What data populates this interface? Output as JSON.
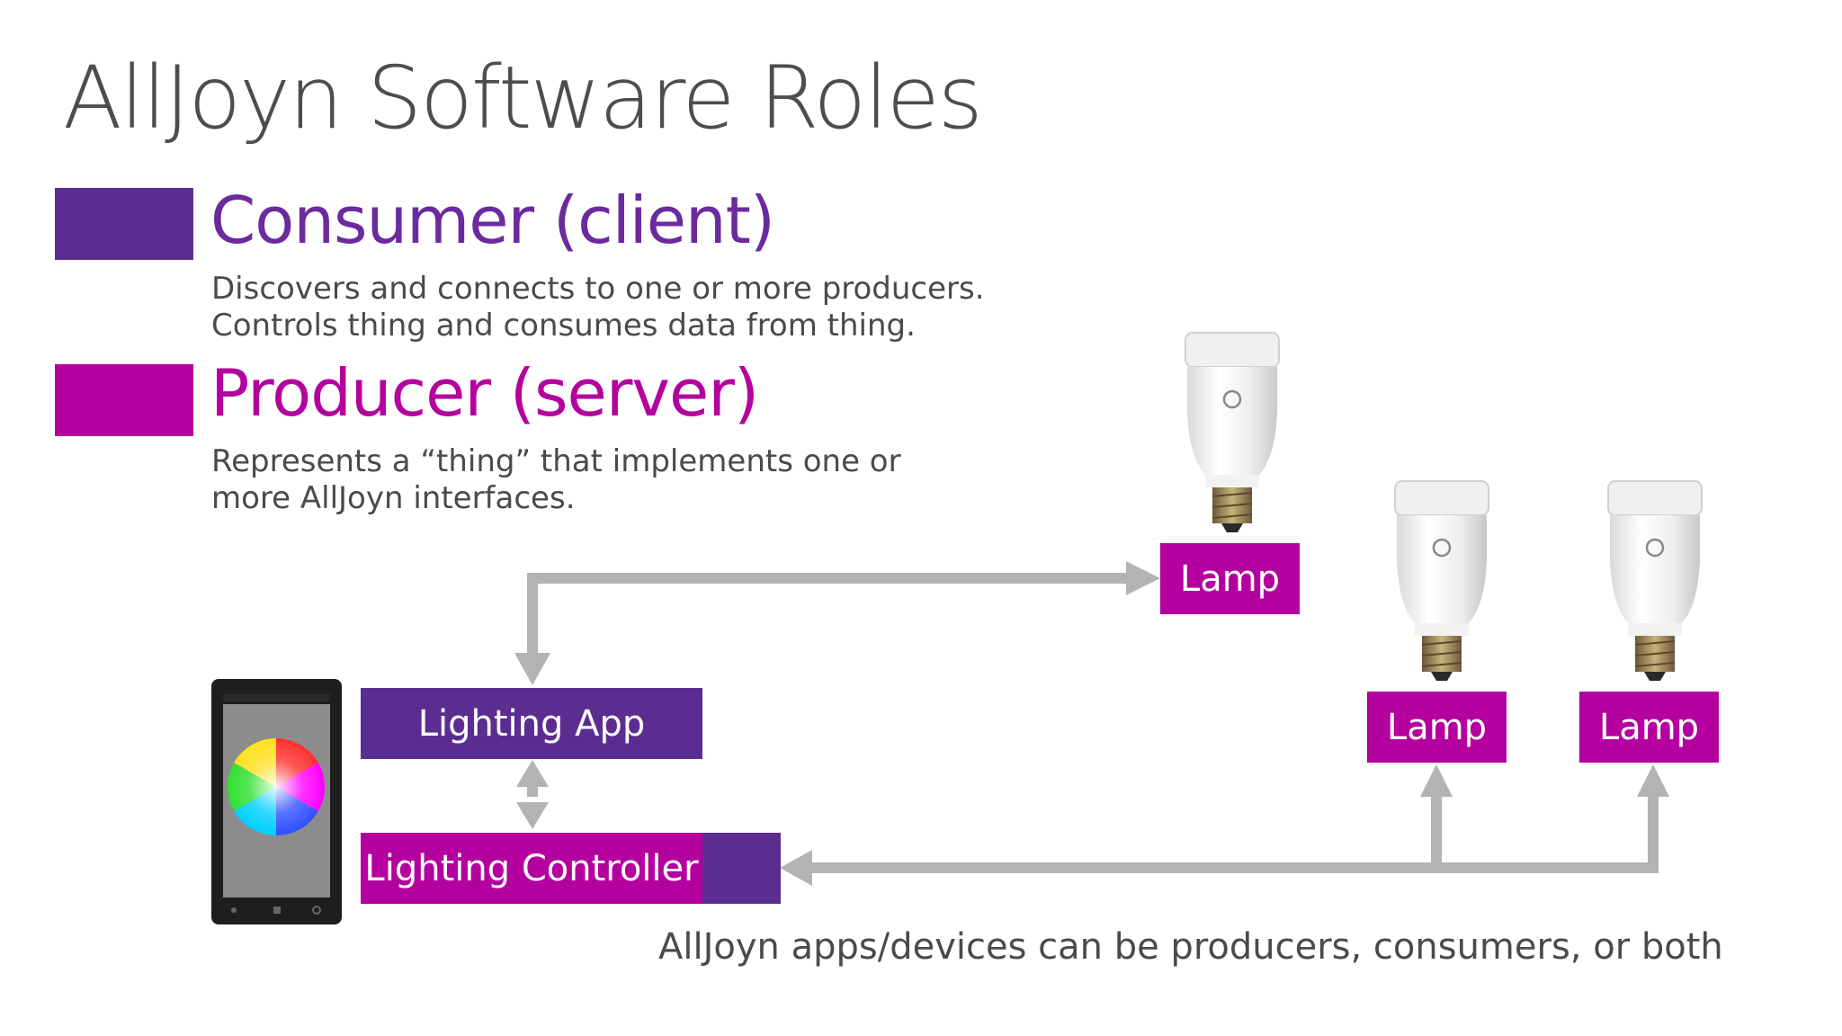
{
  "slide": {
    "title": "AllJoyn Software Roles",
    "caption": "AllJoyn apps/devices can be producers, consumers, or both"
  },
  "roles": {
    "consumer": {
      "title": "Consumer (client)",
      "desc_line1": "Discovers and connects to one or more producers.",
      "desc_line2": "Controls thing and consumes data from thing."
    },
    "producer": {
      "title": "Producer (server)",
      "desc_line1": "Represents a “thing” that implements one or",
      "desc_line2": "more AllJoyn interfaces."
    }
  },
  "diagram": {
    "lighting_app": "Lighting App",
    "lighting_controller": "Lighting Controller",
    "lamps": [
      "Lamp",
      "Lamp",
      "Lamp"
    ]
  },
  "colors": {
    "consumer": "#5c2d91",
    "producer": "#b4009e",
    "arrow": "#b3b3b3",
    "title_text": "#4d4d4d"
  },
  "icons": [
    "smartphone-icon",
    "color-wheel-icon",
    "light-bulb-icon"
  ]
}
